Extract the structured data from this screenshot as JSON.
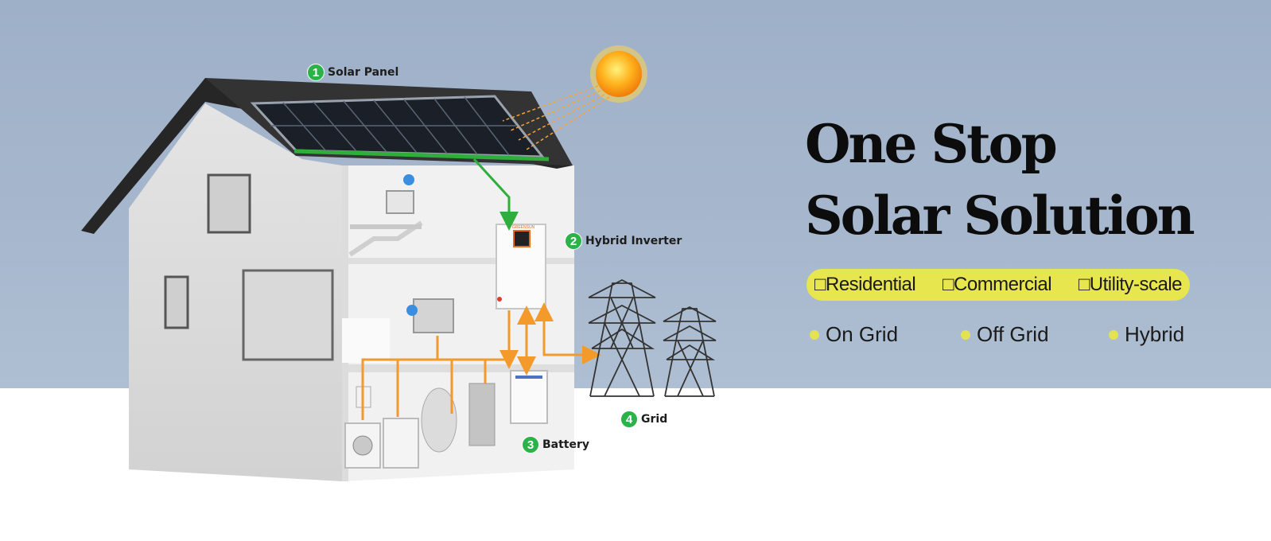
{
  "callouts": {
    "solar_panel": {
      "num": "1",
      "label": "Solar Panel"
    },
    "hybrid_inverter": {
      "num": "2",
      "label": "Hybrid Inverter"
    },
    "battery": {
      "num": "3",
      "label": "Battery"
    },
    "grid": {
      "num": "4",
      "label": "Grid"
    }
  },
  "inverter_brand": "GREENSUN",
  "headline": {
    "line1": "One Stop",
    "line2": "Solar Solution"
  },
  "tags": [
    "□Residential",
    "□Commercial",
    "□Utility-scale"
  ],
  "modes": [
    "On Grid",
    "Off Grid",
    "Hybrid"
  ],
  "colors": {
    "sky": "#a6b7cd",
    "accent_yellow": "#e8e64e",
    "dot_yellow": "#e2e253",
    "callout_green": "#2bb34a",
    "flow_orange": "#f39a2b",
    "flow_green": "#2fae3c",
    "roof": "#2b2b2b"
  }
}
